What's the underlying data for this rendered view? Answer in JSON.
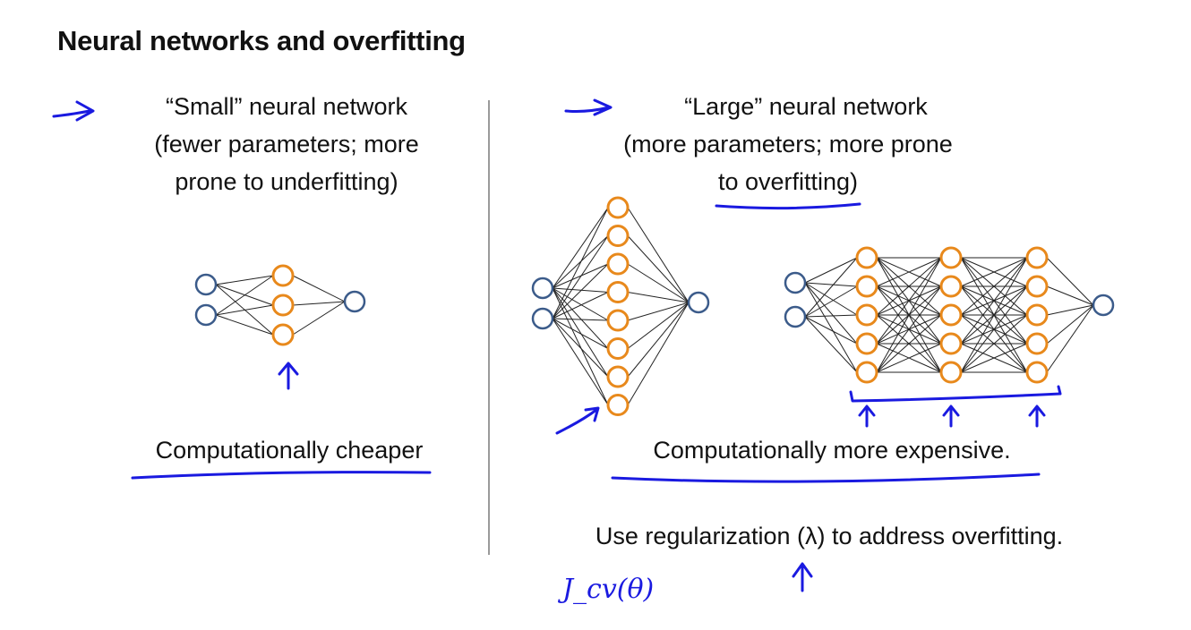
{
  "title": "Neural networks and overfitting",
  "left": {
    "heading_line1": "“Small” neural network",
    "heading_line2": "(fewer parameters; more",
    "heading_line3": "prone to underfitting)",
    "caption": "Computationally cheaper"
  },
  "right": {
    "heading_line1": "“Large” neural network",
    "heading_line2": "(more parameters; more prone",
    "heading_line3_pre": "to ",
    "heading_line3_word": "overfitting",
    "heading_line3_post": ")",
    "caption": "Computationally more expensive.",
    "regularization_note": "Use regularization (λ) to address overfitting."
  },
  "handwritten": {
    "cost_function": "J_cv(θ)"
  },
  "colors": {
    "input_output_node": "#3b5b8a",
    "hidden_node": "#e8891c",
    "annotation_ink": "#1a1ae0",
    "divider": "#9a9a9a"
  }
}
